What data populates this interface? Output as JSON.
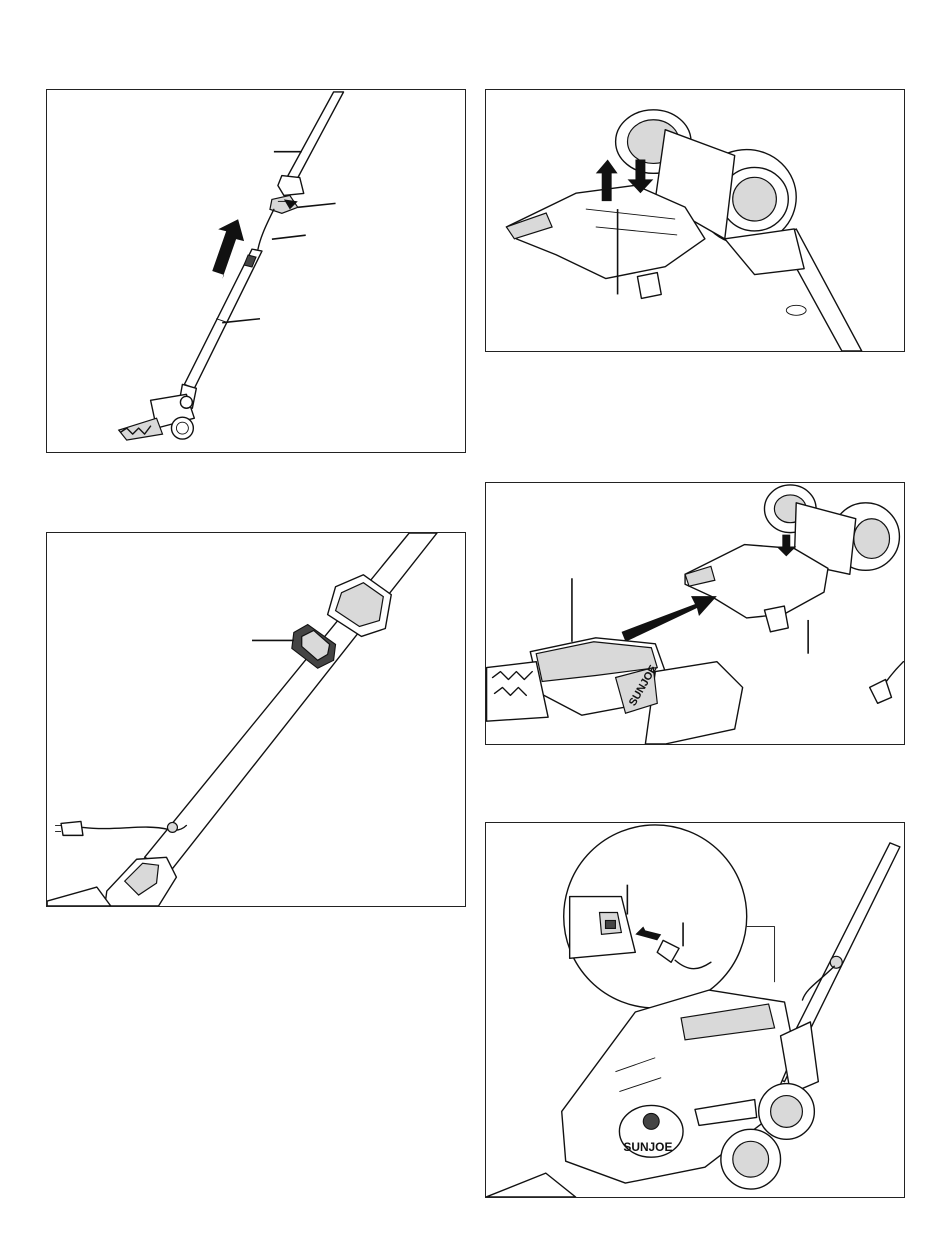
{
  "figures": [
    {
      "id": "fig1",
      "subject": "pole-extension-attach",
      "arrow_direction": "up-right"
    },
    {
      "id": "fig2",
      "subject": "release-button-press"
    },
    {
      "id": "fig3",
      "subject": "cable-clip-on-pole"
    },
    {
      "id": "fig4",
      "subject": "slide-shear-head-into-mount"
    },
    {
      "id": "fig5",
      "subject": "plug-in-connector-detail"
    }
  ],
  "brand": {
    "logo_text": "SUNJOE"
  },
  "colors": {
    "line": "#111111",
    "panel_border": "#222222",
    "background": "#ffffff",
    "shading": "#d9d9d9"
  }
}
